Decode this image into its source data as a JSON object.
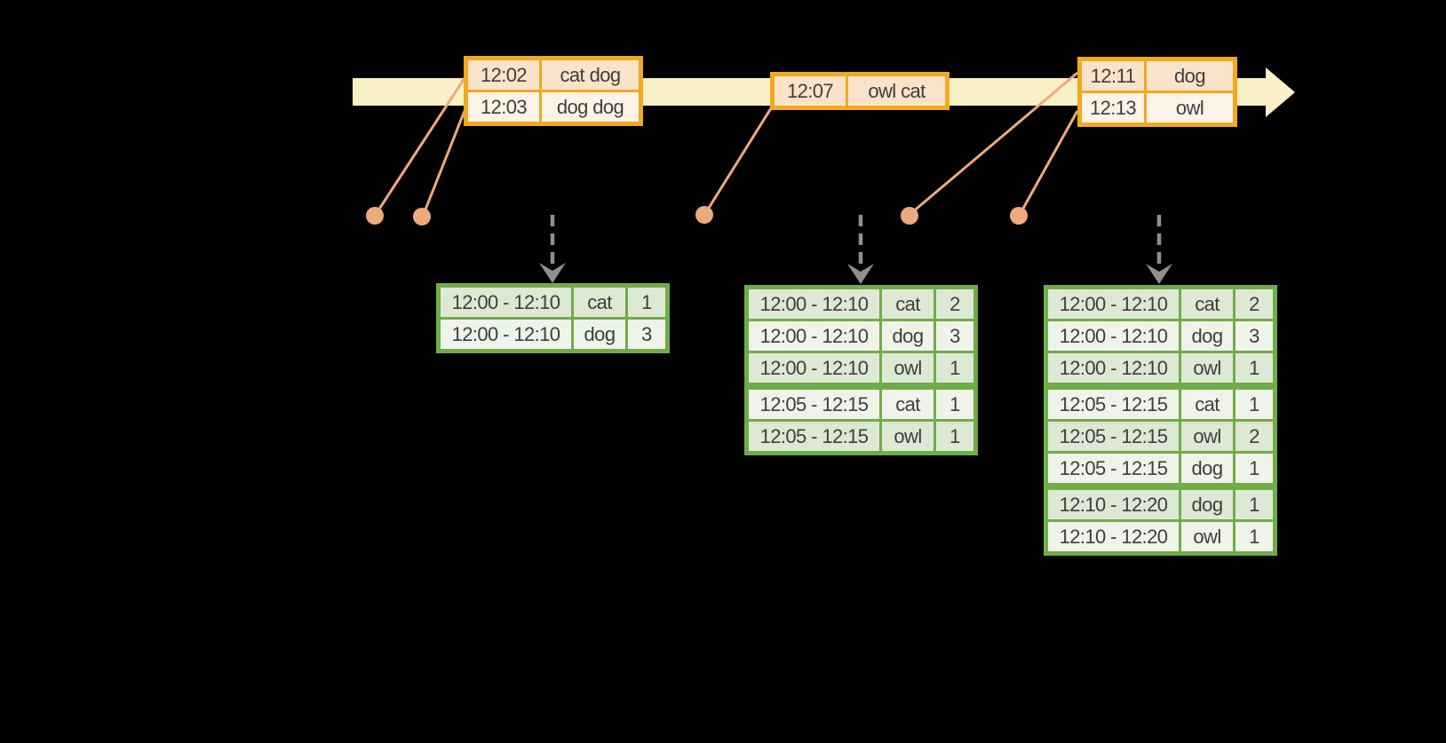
{
  "colors": {
    "background": "#000000",
    "timeline-band": "#FAF0C8",
    "event-border": "#F2A91E",
    "event-row-a": "#FAE3C9",
    "event-row-b": "#FDF3E6",
    "result-border": "#71AD47",
    "result-row-a": "#DDE8D5",
    "result-row-b": "#EFF3EB",
    "connector": "#EFA97E",
    "trigger-arrow": "#8F8F8F",
    "text": "#3E3E3E"
  },
  "event_tables": [
    {
      "rows": [
        {
          "time": "12:02",
          "words": "cat dog"
        },
        {
          "time": "12:03",
          "words": "dog dog"
        }
      ]
    },
    {
      "rows": [
        {
          "time": "12:07",
          "words": "owl cat"
        }
      ]
    },
    {
      "rows": [
        {
          "time": "12:11",
          "words": "dog"
        },
        {
          "time": "12:13",
          "words": "owl"
        }
      ]
    }
  ],
  "result_tables": [
    {
      "rows": [
        {
          "window": "12:00 - 12:10",
          "word": "cat",
          "count": "1"
        },
        {
          "window": "12:00 - 12:10",
          "word": "dog",
          "count": "3"
        }
      ]
    },
    {
      "rows": [
        {
          "window": "12:00 - 12:10",
          "word": "cat",
          "count": "2"
        },
        {
          "window": "12:00 - 12:10",
          "word": "dog",
          "count": "3"
        },
        {
          "window": "12:00 - 12:10",
          "word": "owl",
          "count": "1"
        },
        {
          "window": "12:05 - 12:15",
          "word": "cat",
          "count": "1"
        },
        {
          "window": "12:05 - 12:15",
          "word": "owl",
          "count": "1"
        }
      ]
    },
    {
      "rows": [
        {
          "window": "12:00 - 12:10",
          "word": "cat",
          "count": "2"
        },
        {
          "window": "12:00 - 12:10",
          "word": "dog",
          "count": "3"
        },
        {
          "window": "12:00 - 12:10",
          "word": "owl",
          "count": "1"
        },
        {
          "window": "12:05 - 12:15",
          "word": "cat",
          "count": "1"
        },
        {
          "window": "12:05 - 12:15",
          "word": "owl",
          "count": "2"
        },
        {
          "window": "12:05 - 12:15",
          "word": "dog",
          "count": "1"
        },
        {
          "window": "12:10 - 12:20",
          "word": "dog",
          "count": "1"
        },
        {
          "window": "12:10 - 12:20",
          "word": "owl",
          "count": "1"
        }
      ]
    }
  ]
}
